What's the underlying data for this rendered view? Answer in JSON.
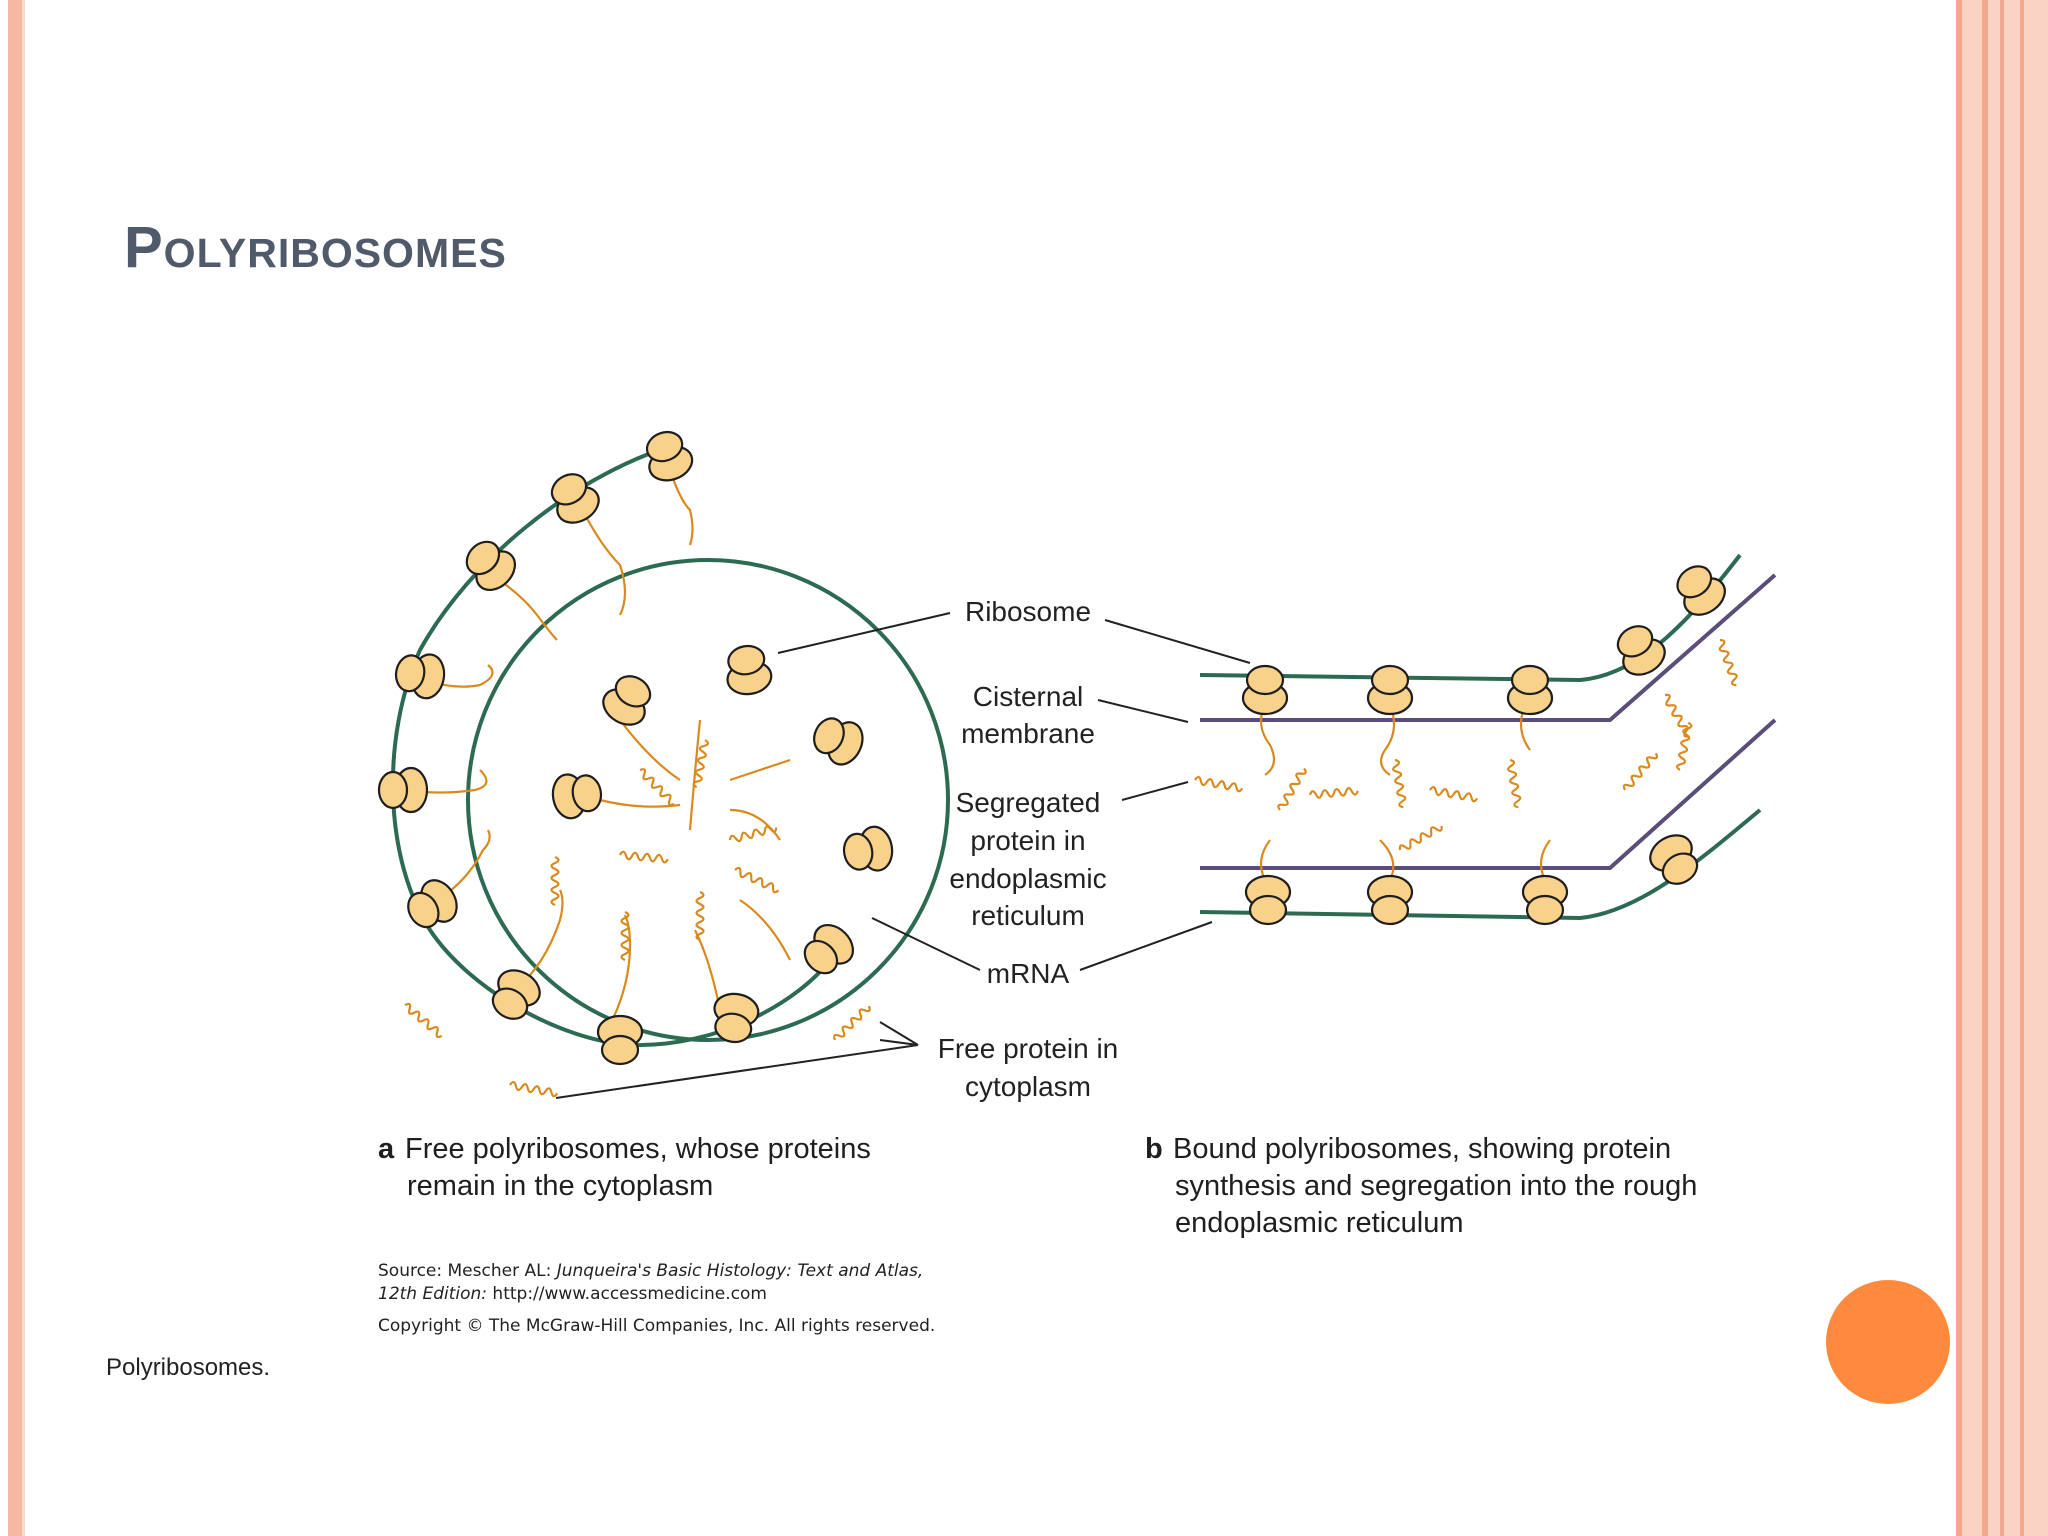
{
  "slide": {
    "title": "Polyribosomes",
    "accent_color": "#ff8a3d",
    "frame_color": "#f5b8a3"
  },
  "diagram": {
    "labels": {
      "ribosome": "Ribosome",
      "cisternal_1": "Cisternal",
      "cisternal_2": "membrane",
      "segregated_1": "Segregated",
      "segregated_2": "protein in",
      "segregated_3": "endoplasmic",
      "segregated_4": "reticulum",
      "mrna": "mRNA",
      "free_1": "Free protein in",
      "free_2": "cytoplasm"
    },
    "caption_a": {
      "letter": "a",
      "line1": "Free polyribosomes, whose proteins",
      "line2": "remain in the cytoplasm"
    },
    "caption_b": {
      "letter": "b",
      "line1": "Bound polyribosomes, showing protein",
      "line2": "synthesis and segregation into the rough",
      "line3": "endoplasmic reticulum"
    },
    "source": {
      "prefix": "Source: Mescher AL: ",
      "book": "Junqueira's Basic Histology: Text and Atlas,",
      "edition": "12th Edition:",
      "url": " http://www.accessmedicine.com",
      "copyright": "Copyright © The McGraw-Hill Companies, Inc. All rights reserved."
    },
    "figure_label": "Polyribosomes."
  }
}
